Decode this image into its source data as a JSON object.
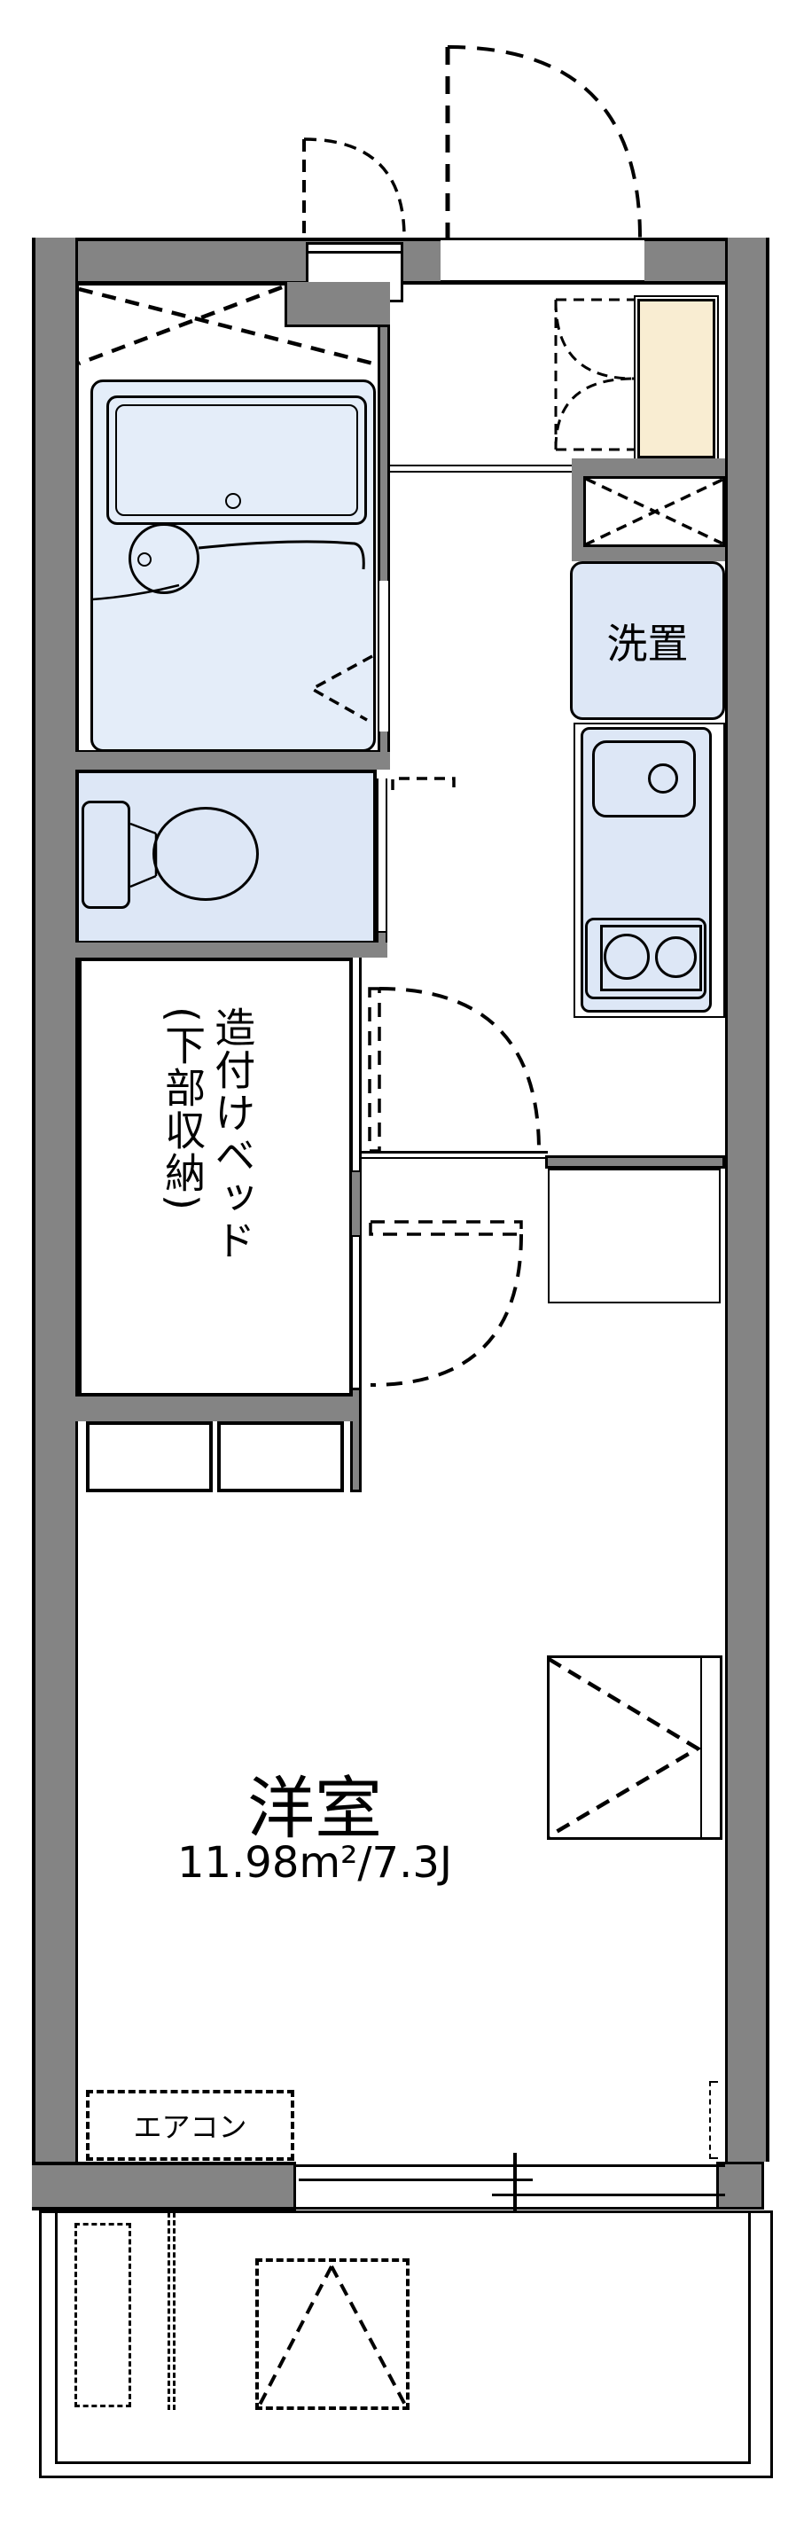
{
  "plan": {
    "type": "floorplan",
    "labels": {
      "bed_line1": "造付けベッド",
      "bed_line2": "(下部収納)",
      "laundry": "洗置",
      "room_name": "洋室",
      "room_size": "11.98m²/7.3J",
      "aircon": "エアコン"
    },
    "colors": {
      "wall": "#848484",
      "fixture_fill": "#dde7f6",
      "bath_fill": "#e4edf9",
      "cabinet_fill": "#f9edd2",
      "line": "#000000"
    }
  }
}
